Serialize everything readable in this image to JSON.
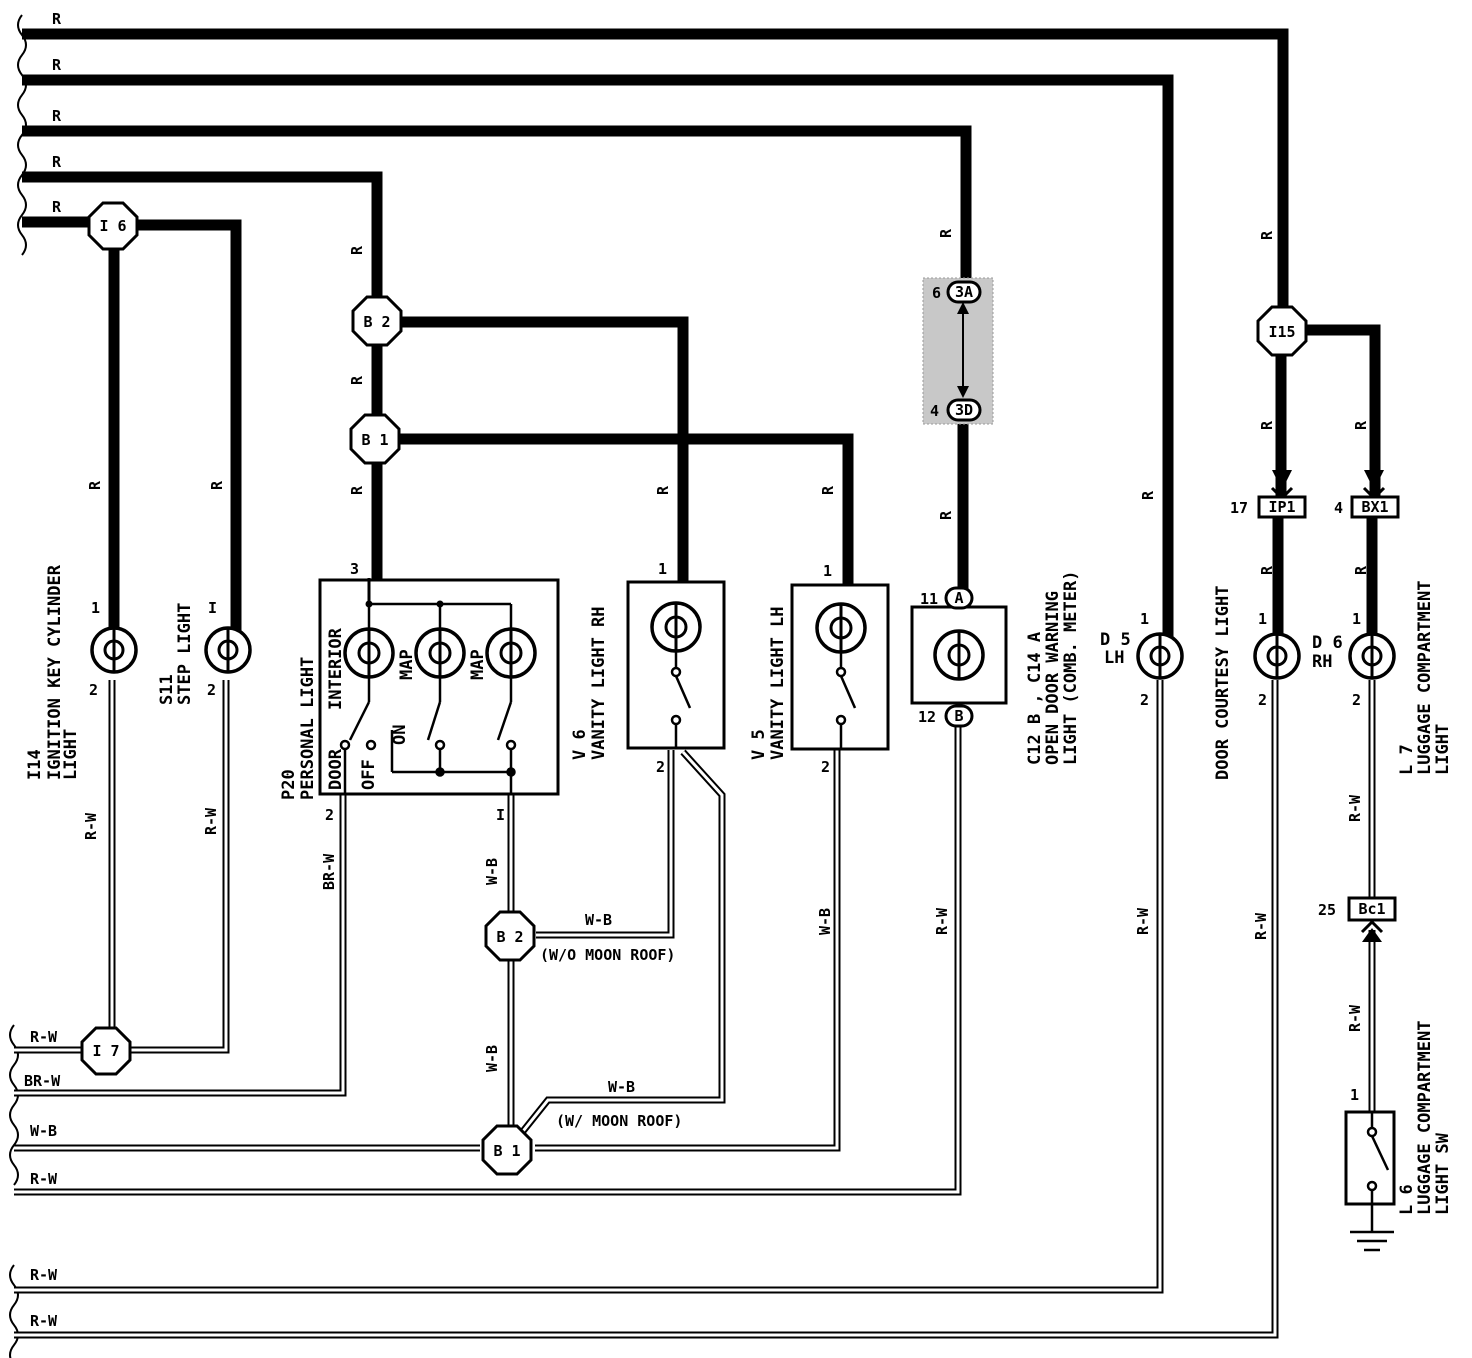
{
  "wire_colors": {
    "red": "R",
    "red_white": "R-W",
    "brown_red_white": "BR-W",
    "white_black": "W-B"
  },
  "connectors": {
    "i6": "I 6",
    "i7": "I 7",
    "i15": "I15",
    "b2_top": "B 2",
    "b1_top": "B 1",
    "b2_bottom": "B 2",
    "b1_bottom": "B 1",
    "c3a": "3A",
    "c3d": "3D",
    "ip1": "IP1",
    "bx1": "BX1",
    "bc1": "Bc1",
    "a": "A",
    "b": "B"
  },
  "pins": {
    "one": "1",
    "two": "2",
    "three": "3",
    "four": "4",
    "six": "6",
    "eleven": "11",
    "twelve": "12",
    "seventeen": "17",
    "twentyfive": "25",
    "I": "I"
  },
  "components": {
    "i14_code": "I14",
    "i14_name1": "IGNITION KEY CYLINDER",
    "i14_name2": "LIGHT",
    "s11_code": "S11",
    "s11_name": "STEP LIGHT",
    "p20_code": "P20",
    "p20_name": "PERSONAL LIGHT",
    "p20_interior": "INTERIOR",
    "p20_map": "MAP",
    "p20_door": "DOOR",
    "p20_off": "OFF",
    "p20_on": "ON",
    "v6_code": "V 6",
    "v6_name": "VANITY LIGHT RH",
    "v5_code": "V 5",
    "v5_name": "VANITY LIGHT LH",
    "c12_code": "C12 B , C14 A",
    "c12_name1": "OPEN DOOR WARNING",
    "c12_name2": "LIGHT (COMB. METER)",
    "d5_code": "D 5",
    "d5_side": "LH",
    "door_courtesy": "DOOR COURTESY LIGHT",
    "d6_code": "D 6",
    "d6_side": "RH",
    "l7_code": "L 7",
    "l7_name1": "LUGGAGE COMPARTMENT",
    "l7_name2": "LIGHT",
    "l6_code": "L 6",
    "l6_name1": "LUGGAGE COMPARTMENT",
    "l6_name2": "LIGHT SW"
  },
  "notes": {
    "wo_moon_roof": "(W/O MOON ROOF)",
    "w_moon_roof": "(W/ MOON ROOF)"
  }
}
